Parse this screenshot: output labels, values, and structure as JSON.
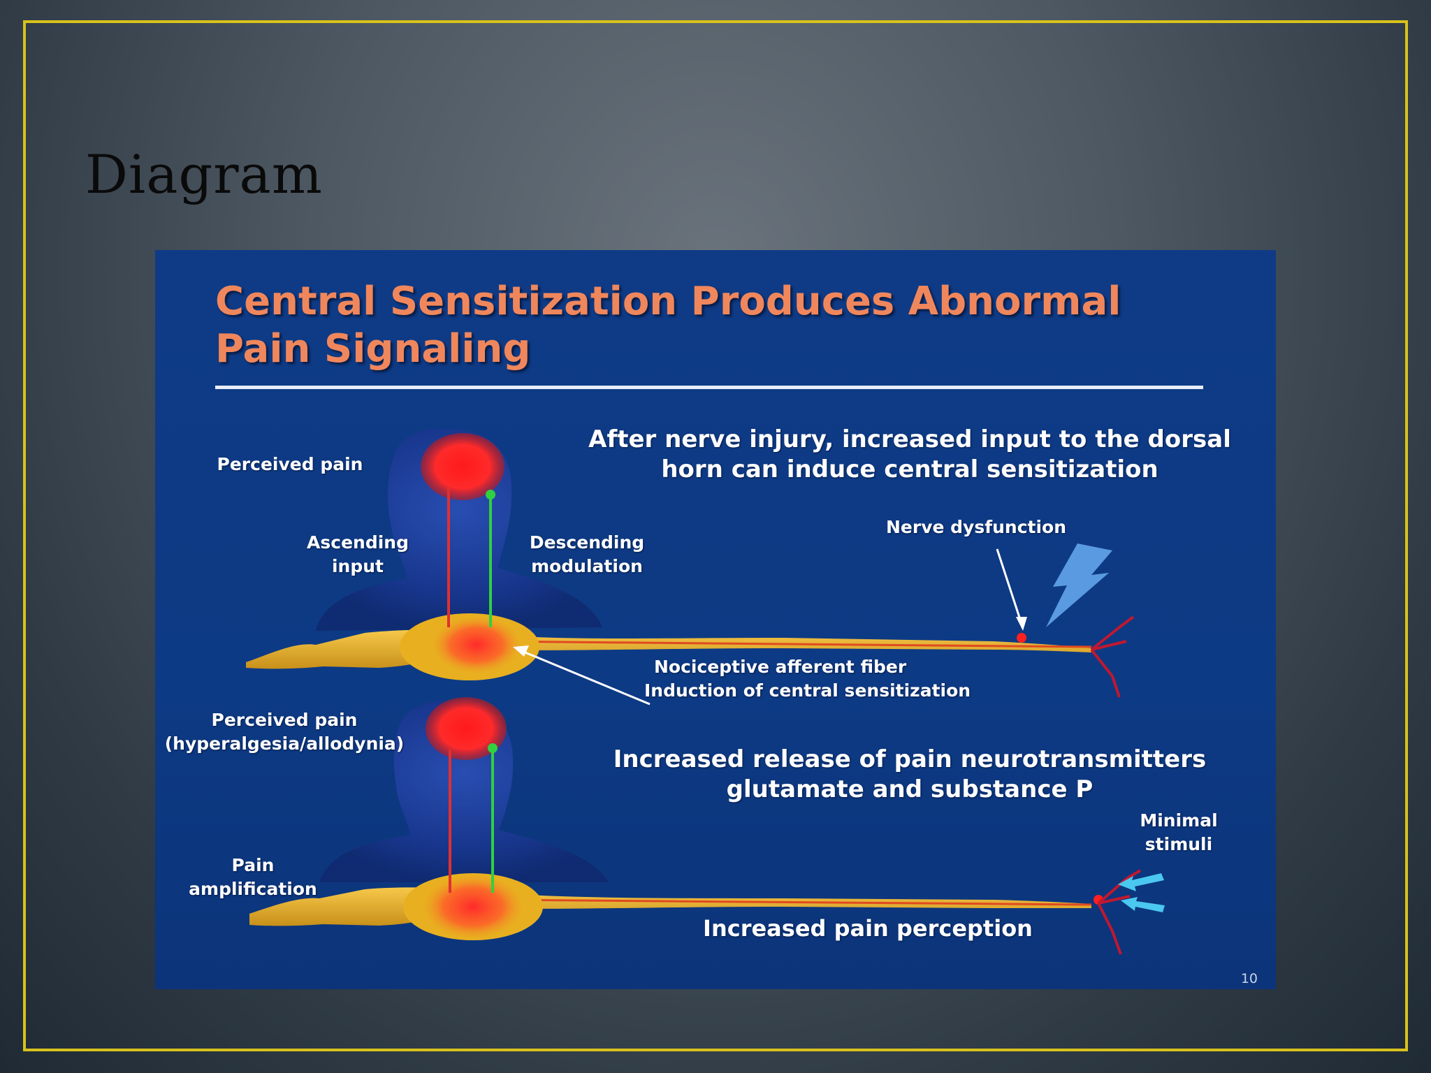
{
  "slide": {
    "title": "Diagram",
    "colors": {
      "frame": "#d8c21c",
      "panel": "#0f3b86",
      "panel_title": "#f0875c",
      "nerve": "#e8b020",
      "pain": "#ff2020",
      "ascending": "#e03030",
      "descending": "#30d040",
      "stimuli_arrow": "#4ac8f0"
    }
  },
  "figure": {
    "title_line1": "Central Sensitization Produces Abnormal",
    "title_line2": "Pain Signaling",
    "labels": {
      "perceived_pain": "Perceived pain",
      "ascending_line1": "Ascending",
      "ascending_line2": "input",
      "descending_line1": "Descending",
      "descending_line2": "modulation",
      "caption1_line1": "After nerve injury, increased input to the dorsal",
      "caption1_line2": "horn can induce central sensitization",
      "nerve_dysfunction": "Nerve dysfunction",
      "nociceptive_line1": "Nociceptive afferent fiber",
      "nociceptive_line2": "Induction of central sensitization",
      "perceived_pain2_line1": "Perceived pain",
      "perceived_pain2_line2": "(hyperalgesia/allodynia)",
      "caption2_line1": "Increased release of pain neurotransmitters",
      "caption2_line2": "glutamate and substance P",
      "minimal_line1": "Minimal",
      "minimal_line2": "stimuli",
      "amplification_line1": "Pain",
      "amplification_line2": "amplification",
      "increased_perception": "Increased pain perception"
    },
    "slide_number": "10"
  }
}
